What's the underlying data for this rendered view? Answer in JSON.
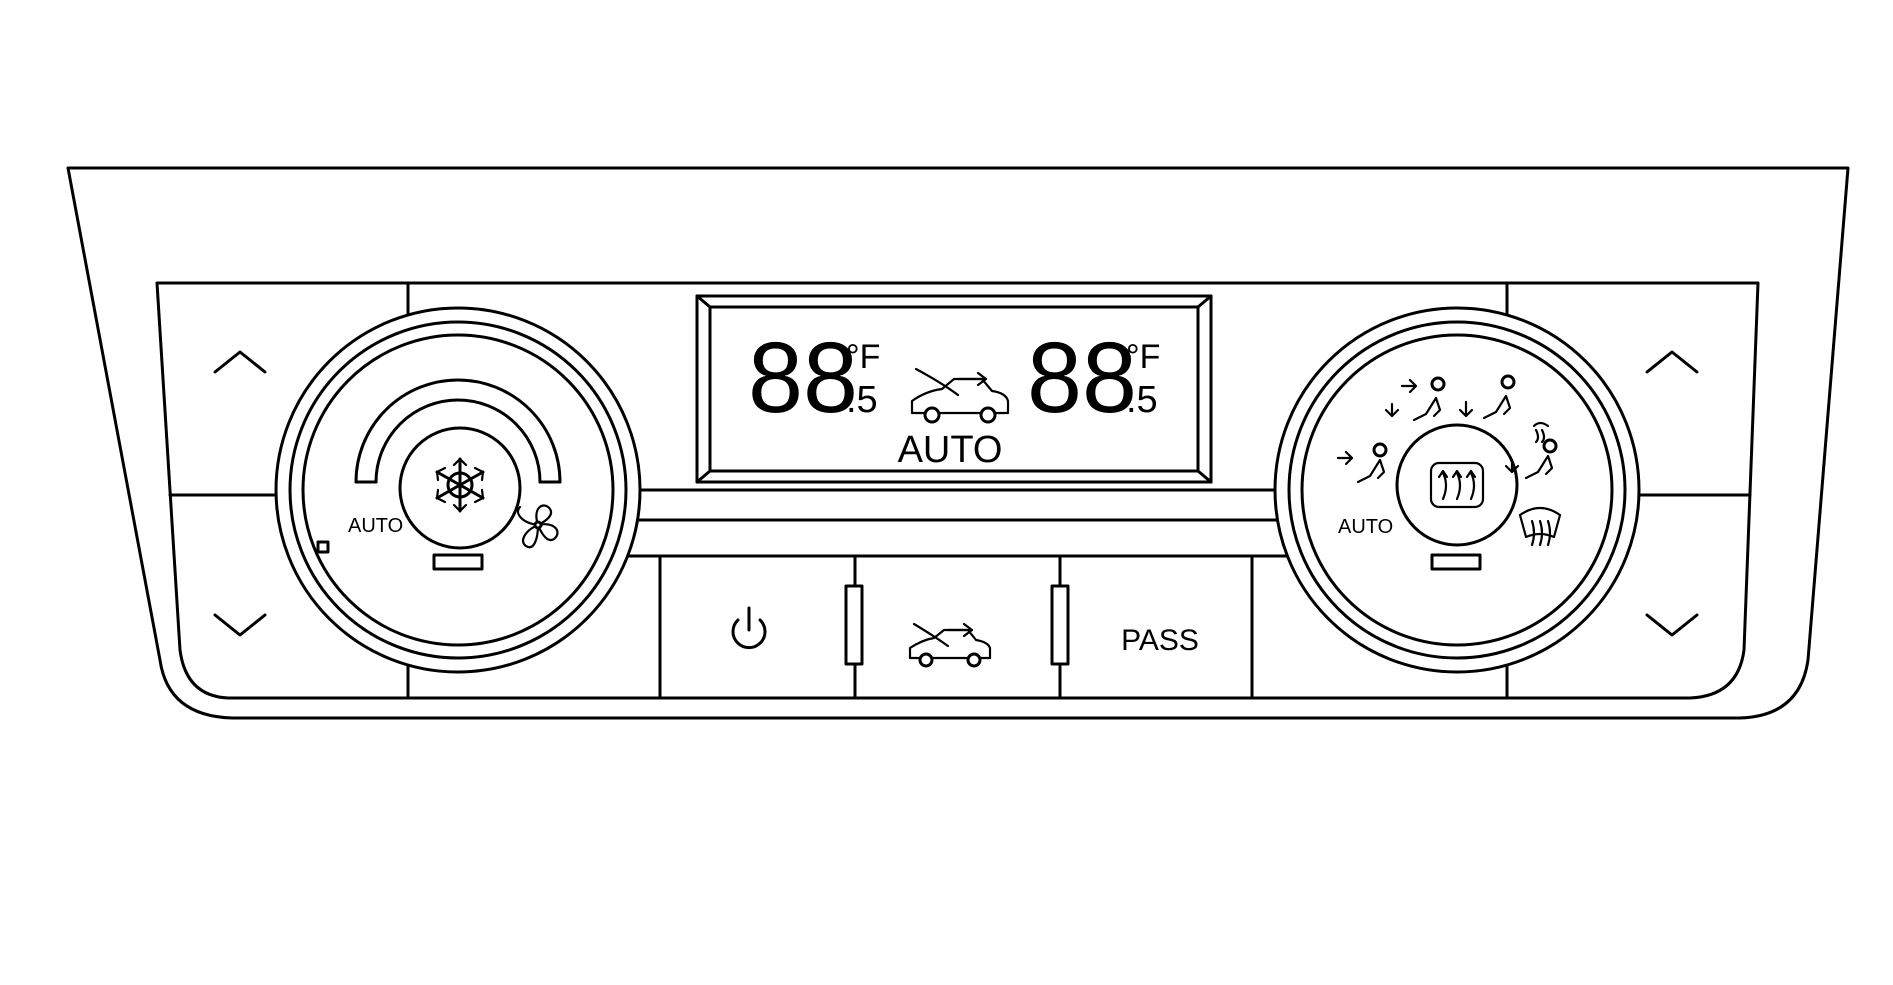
{
  "display": {
    "left_temp": "88",
    "left_unit": "°F",
    "left_half": ".5",
    "right_temp": "88",
    "right_unit": "°F",
    "right_half": ".5",
    "mode": "AUTO"
  },
  "left_knob": {
    "auto_label": "AUTO"
  },
  "right_knob": {
    "auto_label": "AUTO"
  },
  "buttons": {
    "passenger_label": "PASS"
  },
  "icons": {
    "fan_knob_center": "snowflake-icon",
    "fan": "fan-icon",
    "recirculation": "recirculation-icon",
    "power": "power-icon",
    "rear_defrost": "rear-defrost-icon",
    "windshield_defrost": "windshield-defrost-icon"
  }
}
